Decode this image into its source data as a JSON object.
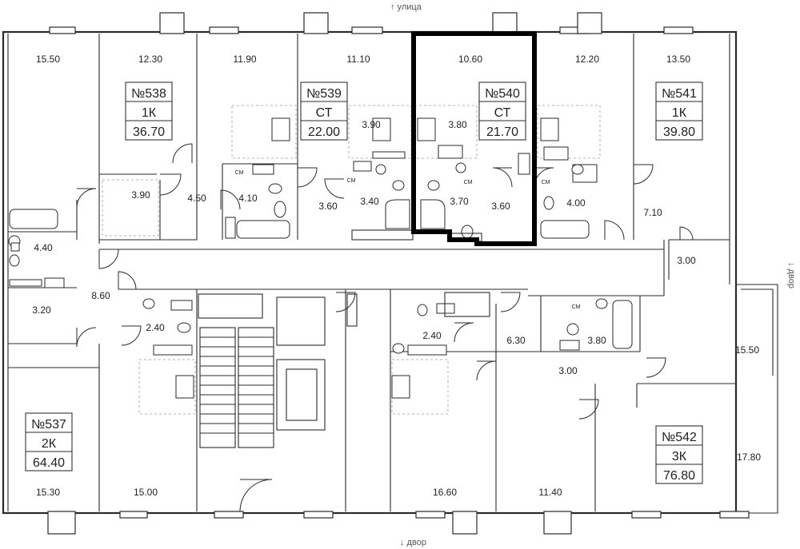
{
  "directions": {
    "top": "↑ улица",
    "bottom": "↓ двор",
    "right": "↓ двор"
  },
  "apartments": [
    {
      "number": "№537",
      "type": "2К",
      "area": "64.40"
    },
    {
      "number": "№538",
      "type": "1К",
      "area": "36.70"
    },
    {
      "number": "№539",
      "type": "СТ",
      "area": "22.00"
    },
    {
      "number": "№540",
      "type": "СТ",
      "area": "21.70"
    },
    {
      "number": "№541",
      "type": "1К",
      "area": "39.80"
    },
    {
      "number": "№542",
      "type": "3К",
      "area": "76.80"
    }
  ],
  "room_areas": [
    "15.50",
    "12.30",
    "11.90",
    "11.10",
    "10.60",
    "12.20",
    "13.50",
    "3.90",
    "3.80",
    "3.90",
    "4.50",
    "4.10",
    "3.60",
    "3.40",
    "3.70",
    "3.60",
    "4.00",
    "7.10",
    "3.00",
    "4.40",
    "3.20",
    "8.60",
    "2.40",
    "2.40",
    "6.30",
    "3.80",
    "3.00",
    "15.50",
    "15.30",
    "15.00",
    "16.60",
    "11.40",
    "17.80"
  ],
  "fixture_labels": {
    "washer": "СМ"
  },
  "highlighted_apartment": "№540",
  "colors": {
    "walls": "#2a2a2a",
    "highlight": "#000000",
    "background": "#ffffff"
  }
}
